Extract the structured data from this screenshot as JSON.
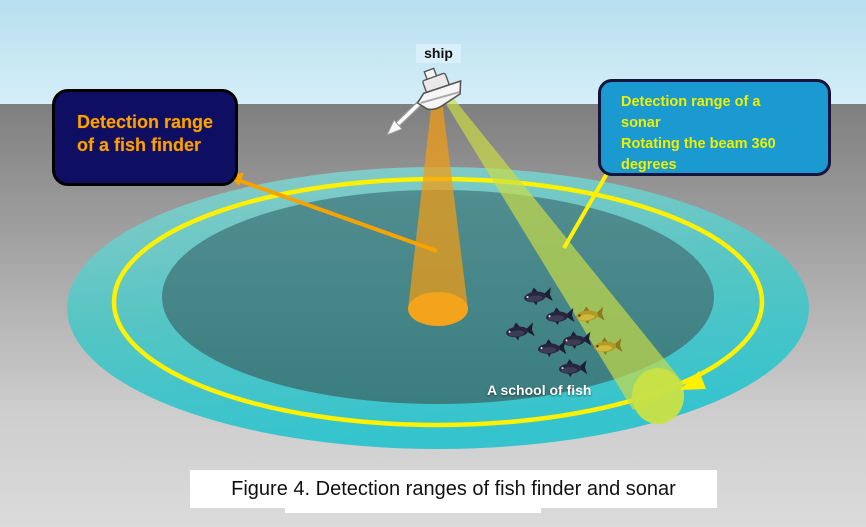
{
  "scene": {
    "ship_label": "ship",
    "school_label": "A school of fish",
    "caption": "Figure 4. Detection ranges of fish finder and sonar",
    "fish_count": 8,
    "dark_fish_count": 6,
    "gold_fish_count": 2
  },
  "callouts": {
    "fish_finder": {
      "lines": [
        "Detection range",
        "of a fish finder"
      ]
    },
    "sonar": {
      "lines": [
        "Detection range of a",
        "sonar",
        "Rotating the beam 360",
        "degrees"
      ]
    }
  },
  "icons": [
    {
      "name": "ship-icon",
      "depicts": "small boat on the surface"
    },
    {
      "name": "ship-direction-arrow",
      "depicts": "white arrow showing ship heading"
    },
    {
      "name": "fish-icon",
      "depicts": "small tuna-like fish"
    },
    {
      "name": "rotation-arrow-head",
      "depicts": "yellow arrowhead showing beam rotation direction"
    }
  ],
  "colors": {
    "sky": "#bde2f1",
    "sea_top": "#7f7f7f",
    "sea_bottom": "#dbdbdb",
    "outer_detection_ring": "#3cc4cc",
    "inner_sea_area": "#44868a",
    "rotation_ring": "#fff100",
    "fish_finder_beam": "#f39c12",
    "fish_finder_spot": "#f4a41c",
    "sonar_beam": "#cadd45",
    "sonar_spot": "#c9e145",
    "fish_finder_box_bg": "#0e0e62",
    "fish_finder_box_text": "#f6a500",
    "sonar_box_bg": "#1b9ad1",
    "sonar_box_text": "#eef000"
  }
}
